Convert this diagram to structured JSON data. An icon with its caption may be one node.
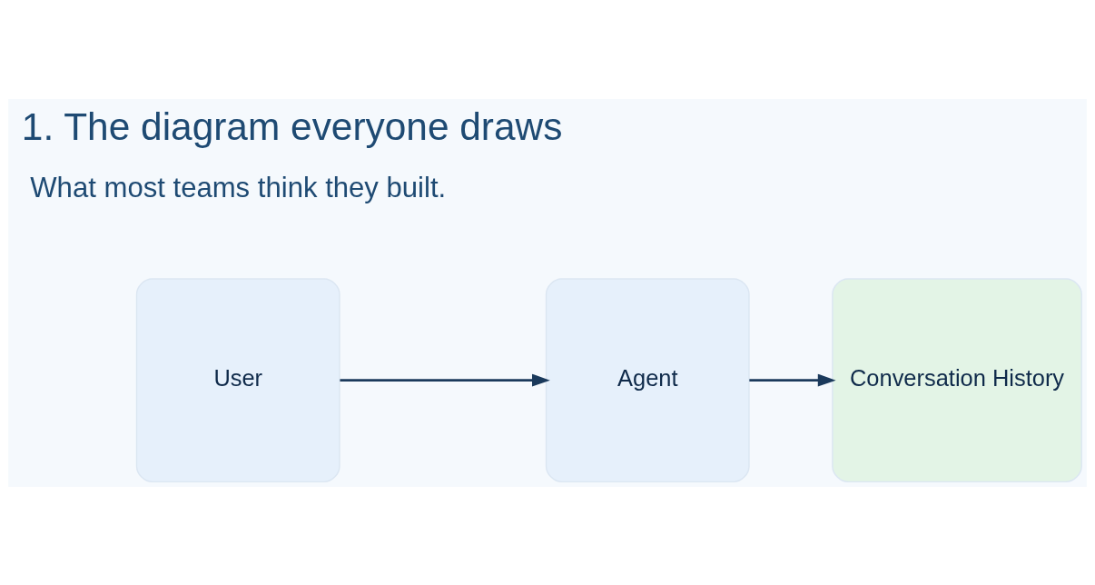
{
  "diagram": {
    "title": "1. The diagram everyone draws",
    "nodes": [
      {
        "text": [
          "User"
        ]
      },
      {
        "text": [
          "Agent"
        ]
      },
      {
        "text": [
          "Conversation History"
        ]
      }
    ],
    "edges": [
      {
        "from": 0,
        "to": 1,
        "arrow": "to"
      },
      {
        "from": 1,
        "to": 2,
        "arrow": "to"
      }
    ],
    "labels": [
      "What most teams think they built."
    ]
  }
}
